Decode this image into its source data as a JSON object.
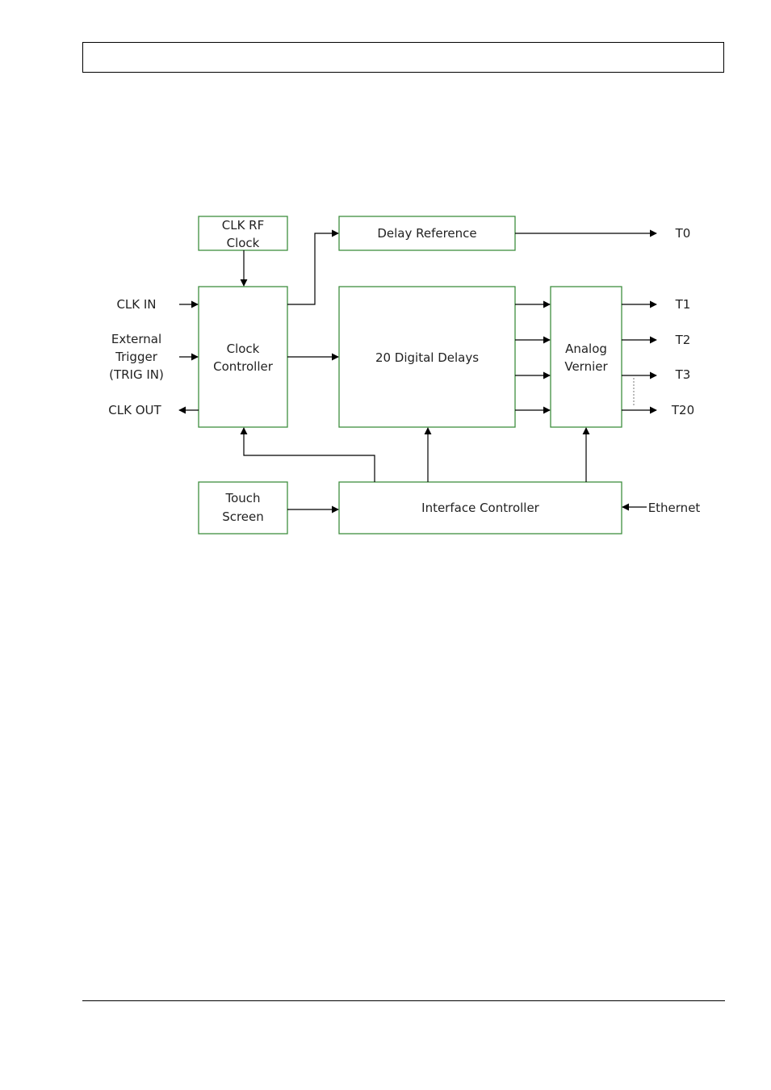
{
  "diagram": {
    "blocks": {
      "clk_rf_clock": [
        "CLK RF",
        "Clock"
      ],
      "delay_reference": [
        "Delay Reference"
      ],
      "clock_controller": [
        "Clock",
        "Controller"
      ],
      "digital_delays": [
        "20 Digital Delays"
      ],
      "analog_vernier": [
        "Analog",
        "Vernier"
      ],
      "touch_screen": [
        "Touch",
        "Screen"
      ],
      "interface_controller": [
        "Interface Controller"
      ]
    },
    "inputs": {
      "clk_in": [
        "CLK IN"
      ],
      "external_trigger": [
        "External",
        "Trigger",
        "(TRIG IN)"
      ],
      "ethernet": [
        "Ethernet"
      ]
    },
    "outputs": {
      "clk_out": [
        "CLK OUT"
      ],
      "t0": [
        "T0"
      ],
      "t1": [
        "T1"
      ],
      "t2": [
        "T2"
      ],
      "t3": [
        "T3"
      ],
      "t20": [
        "T20"
      ]
    }
  }
}
